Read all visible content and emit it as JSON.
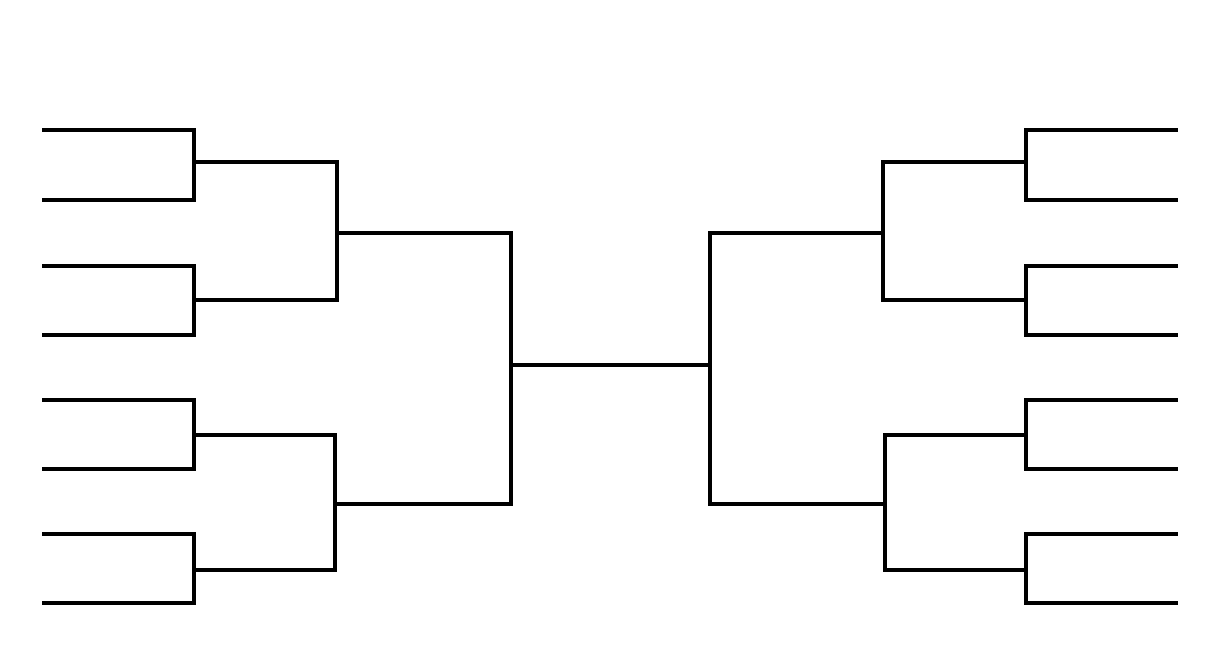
{
  "bracket": {
    "line_color": "#000000",
    "background_color": "#ffffff",
    "rounds": [
      {
        "name": "",
        "slots": 16
      },
      {
        "name": "",
        "slots": 8
      },
      {
        "name": "",
        "slots": 4
      },
      {
        "name": "",
        "slots": 2
      },
      {
        "name": "",
        "slots": 1
      }
    ],
    "left_half": {
      "first_round_slots": 8
    },
    "right_half": {
      "first_round_slots": 8
    }
  }
}
